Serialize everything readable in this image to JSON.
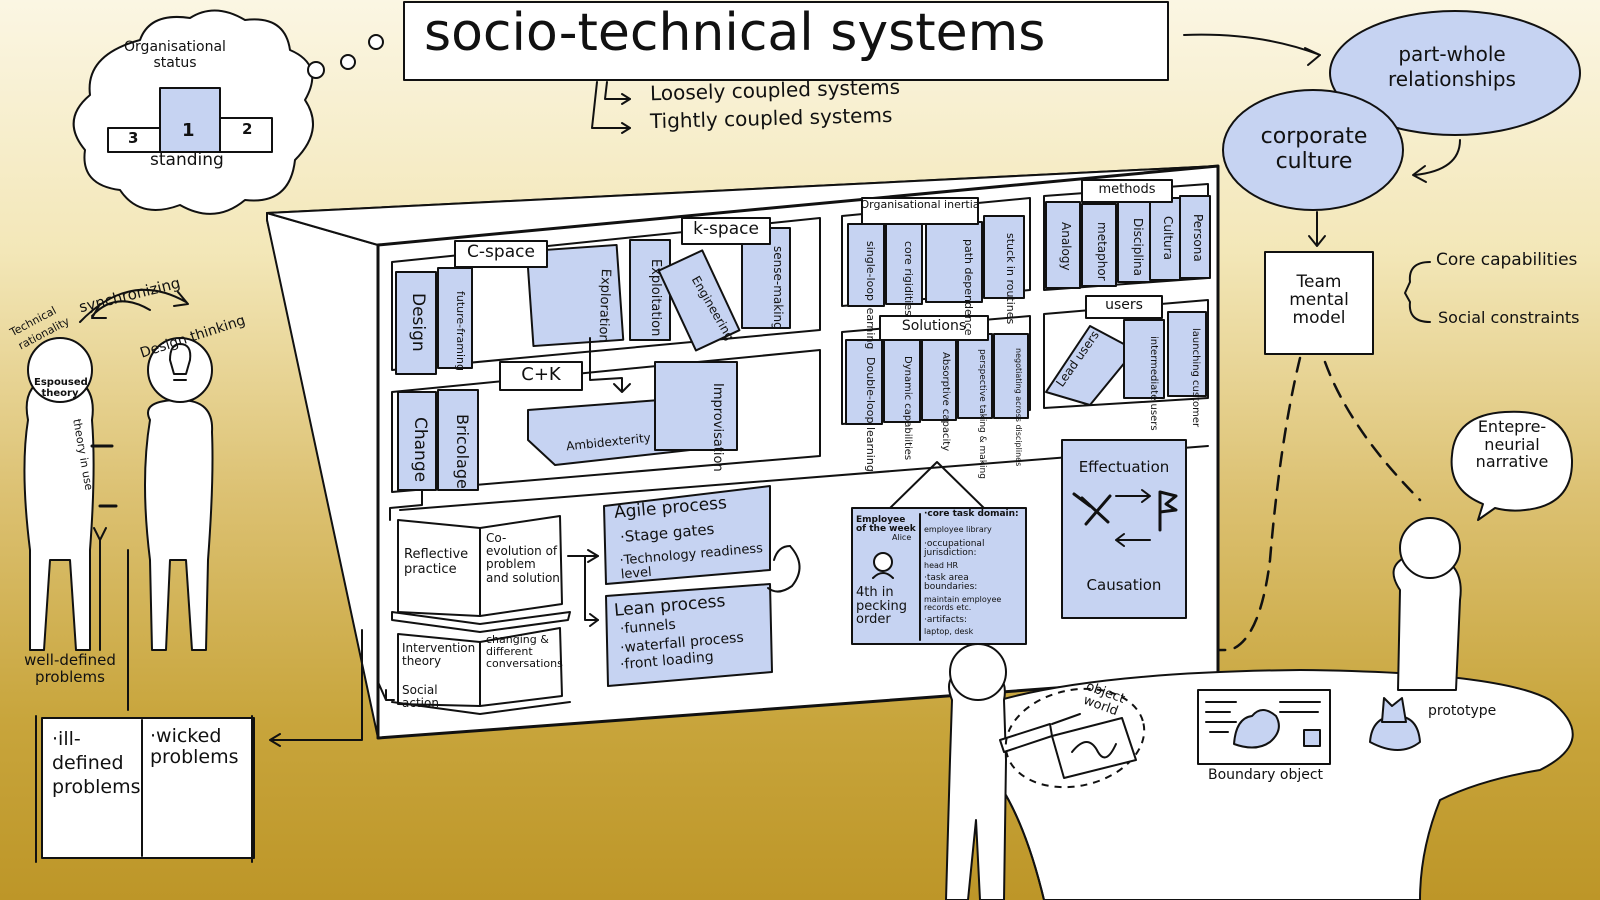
{
  "title": "socio-technical systems",
  "coupling": [
    "Loosely coupled systems",
    "Tightly coupled systems"
  ],
  "status": {
    "title_line1": "Organisational",
    "title_line2": "status",
    "podium": [
      "3",
      "1",
      "2"
    ],
    "standing": "standing"
  },
  "left": {
    "tech_rationality_line1": "Technical",
    "tech_rationality_line2": "rationality",
    "espoused_theory": "Espoused theory",
    "synchronizing": "synchronizing",
    "design_thinking": "Design thinking",
    "theory_in_use": "theory in use",
    "well_defined": "well-defined problems",
    "ill_defined": "·ill-defined problems",
    "wicked": "·wicked problems"
  },
  "right": {
    "part_whole": "part-whole relationships",
    "corporate_culture": "corporate culture",
    "team_mental_model": "Team mental model",
    "core_capabilities": "Core capabilities",
    "social_constraints": "Social constraints",
    "entrepreneurial": "Entepre-neurial narrative",
    "object_world": "object world",
    "boundary_object": "Boundary object",
    "prototype": "prototype"
  },
  "shelves": {
    "c_space": "C-space",
    "k_space": "k-space",
    "org_inertia": "Organisational inertia",
    "methods": "methods",
    "solutions": "Solutions",
    "users": "users",
    "ck": "C+K",
    "books_c": [
      "Design",
      "future-framing",
      "Exploration"
    ],
    "books_k": [
      "Exploitation",
      "Engineering",
      "sense-making"
    ],
    "books_inertia": [
      "single-loop learning",
      "core rigidities",
      "path dependence",
      "stuck in routines"
    ],
    "books_methods": [
      "Analogy",
      "metaphor",
      "Disciplina",
      "Cultura",
      "Persona"
    ],
    "books_row2": [
      "Change",
      "Bricolage",
      "Ambidexterity",
      "Improvisation"
    ],
    "books_solutions": [
      "Double-loop learning",
      "Dynamic capabilities",
      "Absorptive capacity",
      "perspective taking & making",
      "negotiating across disciplines"
    ],
    "books_users": [
      "Lead users",
      "intermediate users",
      "launching customer"
    ]
  },
  "lower": {
    "reflective": "Reflective practice",
    "coevolution": "Co-evolution of problem and solution",
    "intervention": "Intervention theory",
    "social_action": "Social action",
    "changing": "changing & different conversations",
    "agile_title": "Agile process",
    "agile_items": [
      "·Stage gates",
      "·Technology readiness level"
    ],
    "lean_title": "Lean process",
    "lean_items": [
      "·funnels",
      "·waterfall process",
      "·front loading"
    ],
    "employee_title": "Employee of the week",
    "employee_name": "Alice",
    "pecking": "4th in pecking order",
    "core_task": "·core task domain:",
    "employee_library": "employee library",
    "occupational": "·occupational jurisdiction:",
    "head_hr": "head HR",
    "task_area": "·task area boundaries:",
    "maintain": "maintain employee records etc.",
    "artifacts": "·artifacts:",
    "laptop": "laptop, desk",
    "effectuation": "Effectuation",
    "causation": "Causation"
  }
}
